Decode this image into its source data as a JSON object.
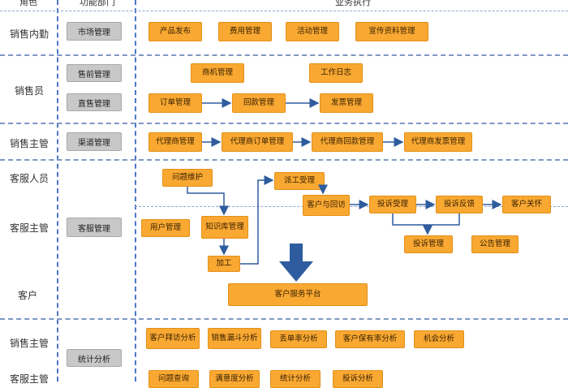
{
  "header": {
    "col_role": "角色",
    "col_function": "功能部门",
    "col_business": "业务执行"
  },
  "roles": {
    "r1": "销售内勤",
    "r2": "销售员",
    "r3": "销售主管",
    "r4": "客服人员",
    "r5": "客服主管",
    "r6": "客户",
    "r7": "销售主管",
    "r8": "客服主管"
  },
  "functions": {
    "f1": "市场管理",
    "f2": "售前管理",
    "f3": "直售管理",
    "f4": "渠道管理",
    "f5": "客服管理",
    "f6": "统计分析"
  },
  "tasks": {
    "market": [
      "产品发布",
      "费用管理",
      "活动管理",
      "宣传资料管理"
    ],
    "presale": [
      "商机管理",
      "工作日志"
    ],
    "direct": [
      "订单管理",
      "回款管理",
      "发票管理"
    ],
    "channel": [
      "代理商管理",
      "代理商订单管理",
      "代理商回款管理",
      "代理商发票管理"
    ],
    "service": {
      "issue": "问题维护",
      "dispatch": "派工受理",
      "visit": "客户与回访",
      "complaint_accept": "投诉受理",
      "complaint_feedback": "投诉反馈",
      "care": "客户关怀",
      "user": "用户管理",
      "kb": "知识库管理",
      "process": "加工",
      "complaint_mgmt": "投诉管理",
      "notice": "公告管理",
      "platform": "客户服务平台"
    },
    "stats_row1": [
      "客户拜访分析",
      "销售漏斗分析",
      "丢单率分析",
      "客户保有率分析",
      "机会分析"
    ],
    "stats_row2": [
      "问题查询",
      "满意度分析",
      "统计分析",
      "投诉分析"
    ]
  },
  "colors": {
    "orange": "#f9a832",
    "gray": "#c8c8c8",
    "arrow": "#2e5c9e",
    "divider": "#4a78c8"
  }
}
